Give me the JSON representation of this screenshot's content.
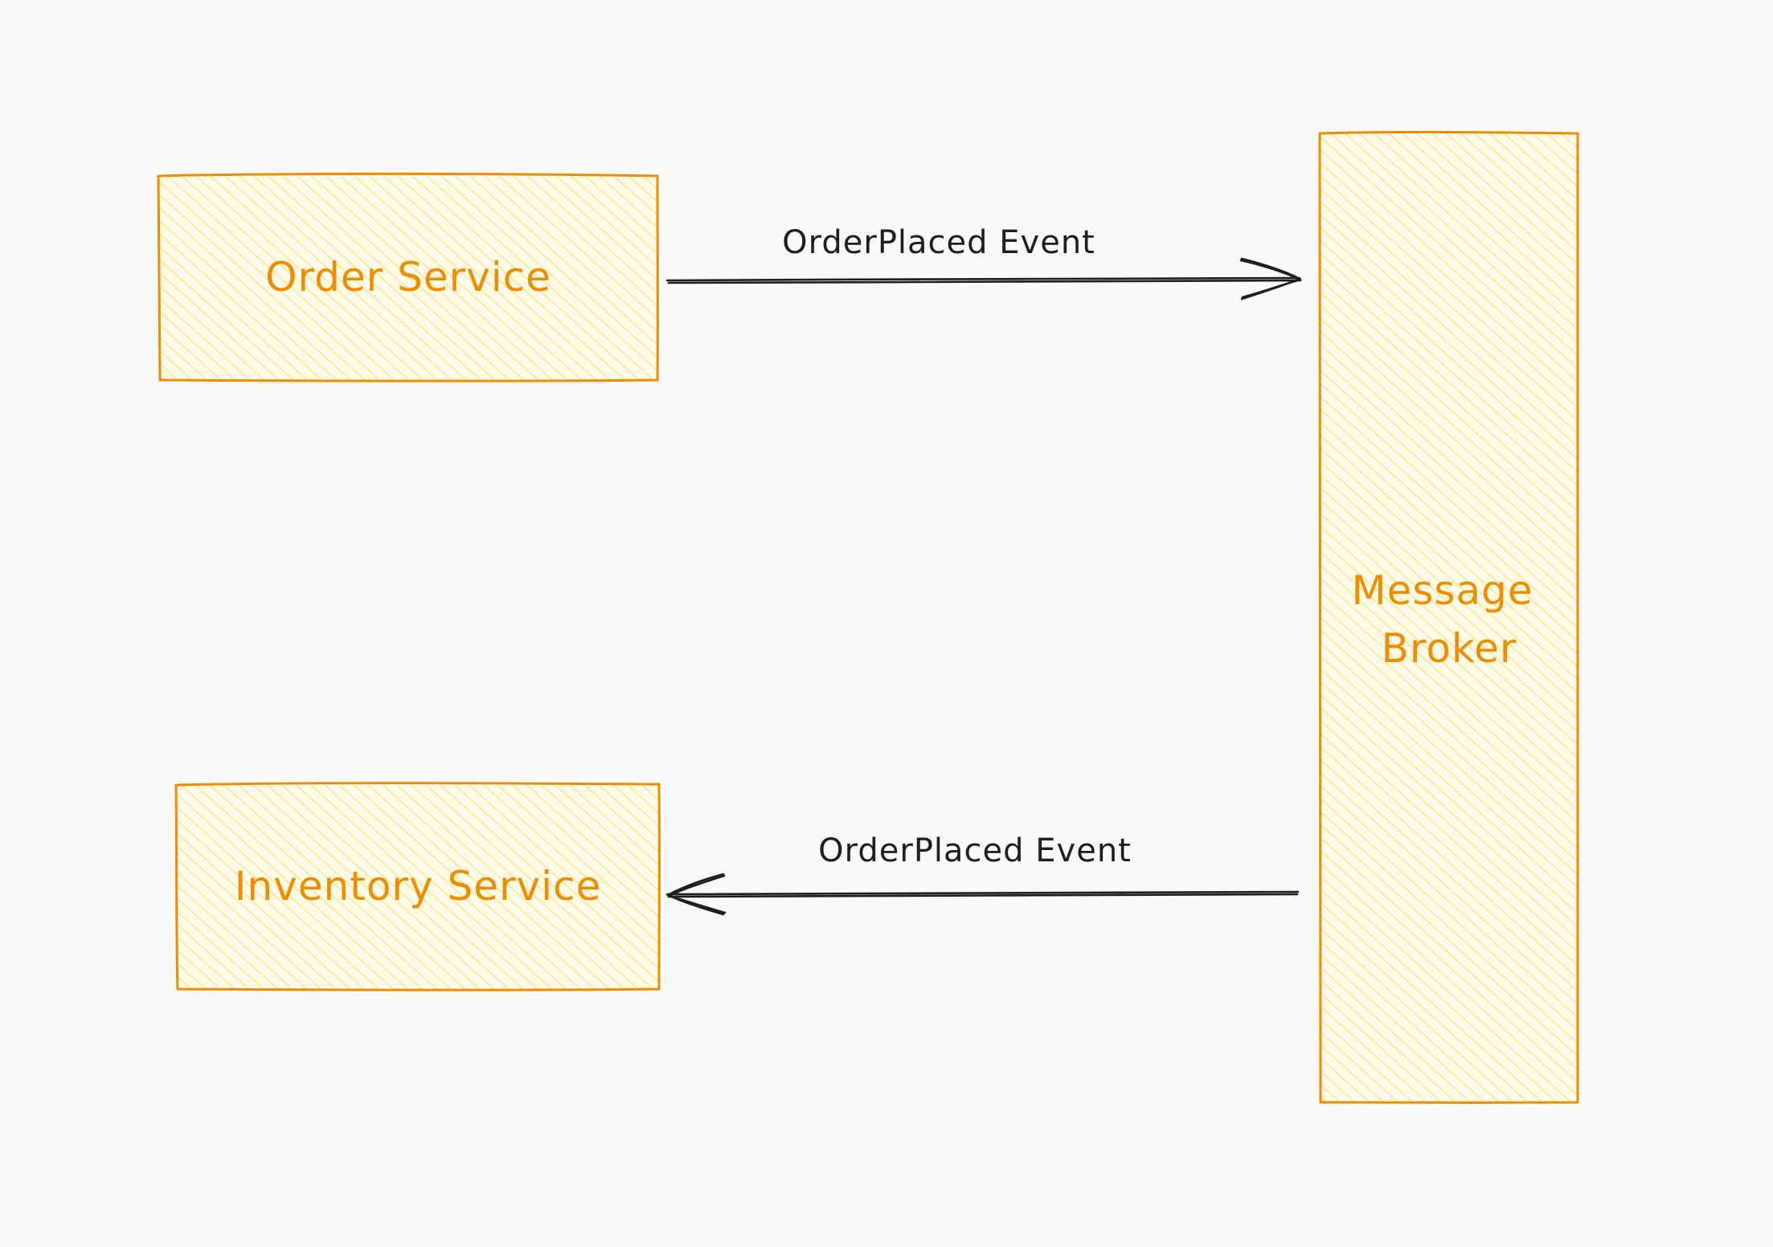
{
  "diagram": {
    "nodes": [
      {
        "id": "order-service",
        "label": "Order Service"
      },
      {
        "id": "message-broker",
        "label_lines": [
          "Message",
          "Broker"
        ]
      },
      {
        "id": "inventory-service",
        "label": "Inventory Service"
      }
    ],
    "edges": [
      {
        "from": "order-service",
        "to": "message-broker",
        "label": "OrderPlaced Event"
      },
      {
        "from": "message-broker",
        "to": "inventory-service",
        "label": "OrderPlaced Event"
      }
    ],
    "colors": {
      "background": "#f9f9f9",
      "node_stroke": "#f08c00",
      "node_hatch": "#ffd43b",
      "node_text": "#f08c00",
      "edge_stroke": "#1e1e1e",
      "edge_text": "#1e1e1e"
    }
  }
}
